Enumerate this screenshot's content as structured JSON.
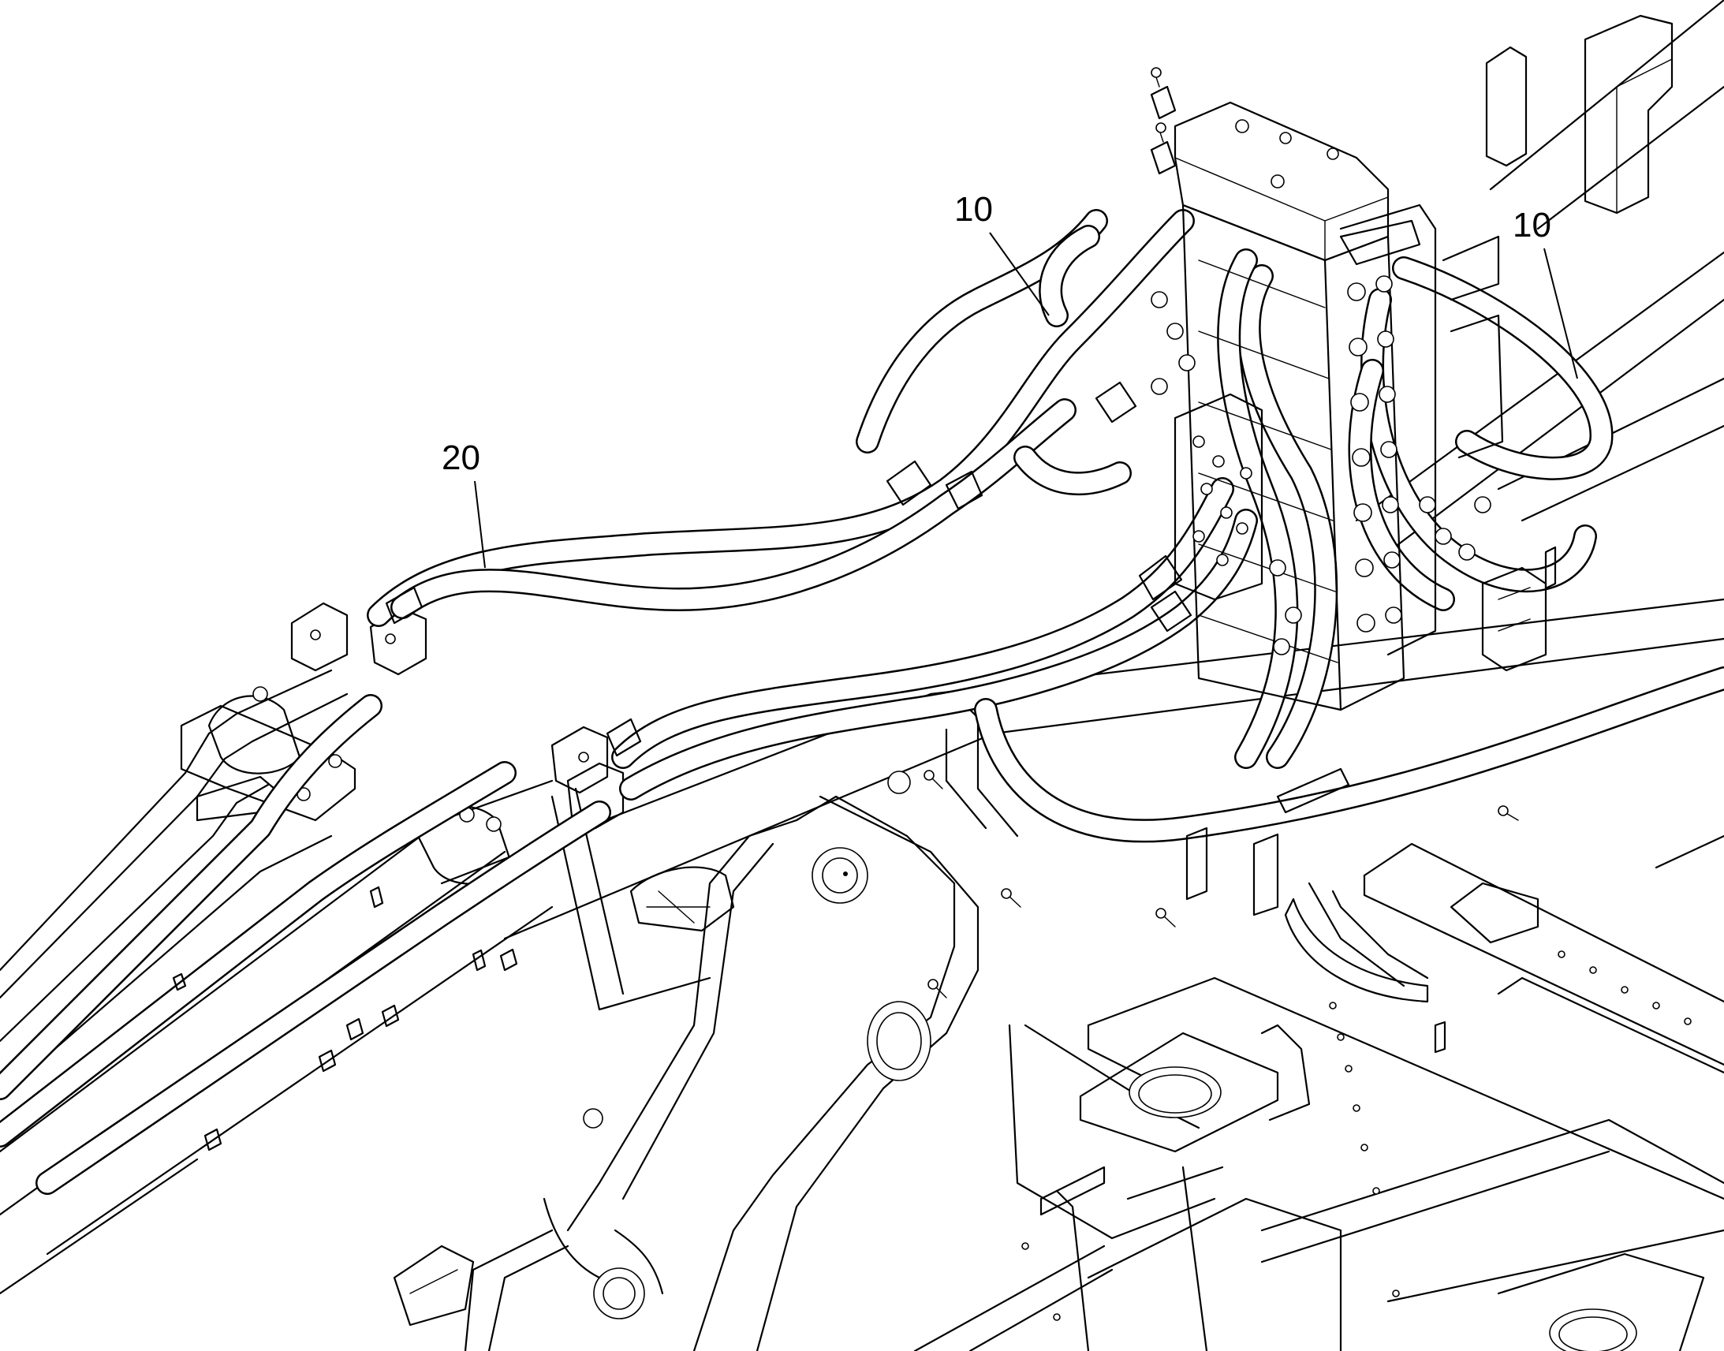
{
  "callouts": [
    {
      "label": "10"
    },
    {
      "label": "10"
    },
    {
      "label": "20"
    }
  ]
}
